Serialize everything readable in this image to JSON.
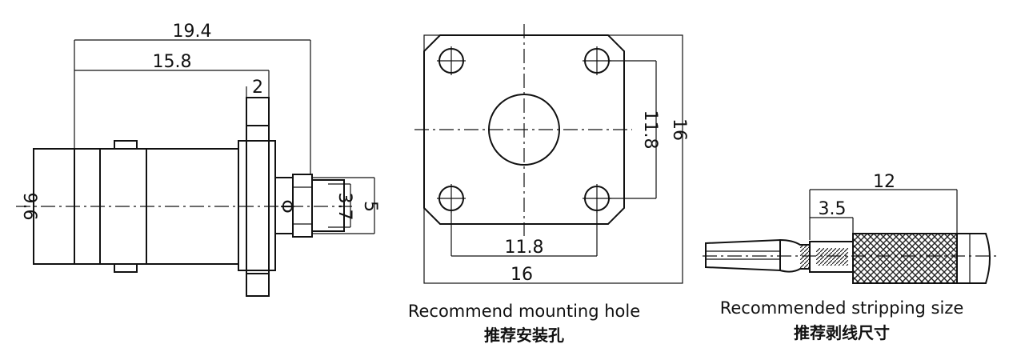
{
  "connector_view": {
    "dims": {
      "overall_length": "19.4",
      "body_length": "15.8",
      "flange_thickness": "2",
      "body_diameter": "9.6",
      "pin_diameter": "Φ",
      "bore_diameter": "3.7",
      "tail_diameter": "5"
    }
  },
  "mounting_view": {
    "dims": {
      "hole_spacing_vertical": "11.8",
      "flange_height": "16",
      "hole_spacing_horizontal": "11.8",
      "flange_width": "16"
    },
    "caption_en": "Recommend mounting hole",
    "caption_cn": "推荐安装孔"
  },
  "stripping_view": {
    "dims": {
      "strip_length": "12",
      "conductor_length": "3.5"
    },
    "caption_en": "Recommended stripping size",
    "caption_cn": "推荐剥线尺寸"
  },
  "colors": {
    "ink": "#111111",
    "background": "#ffffff"
  }
}
